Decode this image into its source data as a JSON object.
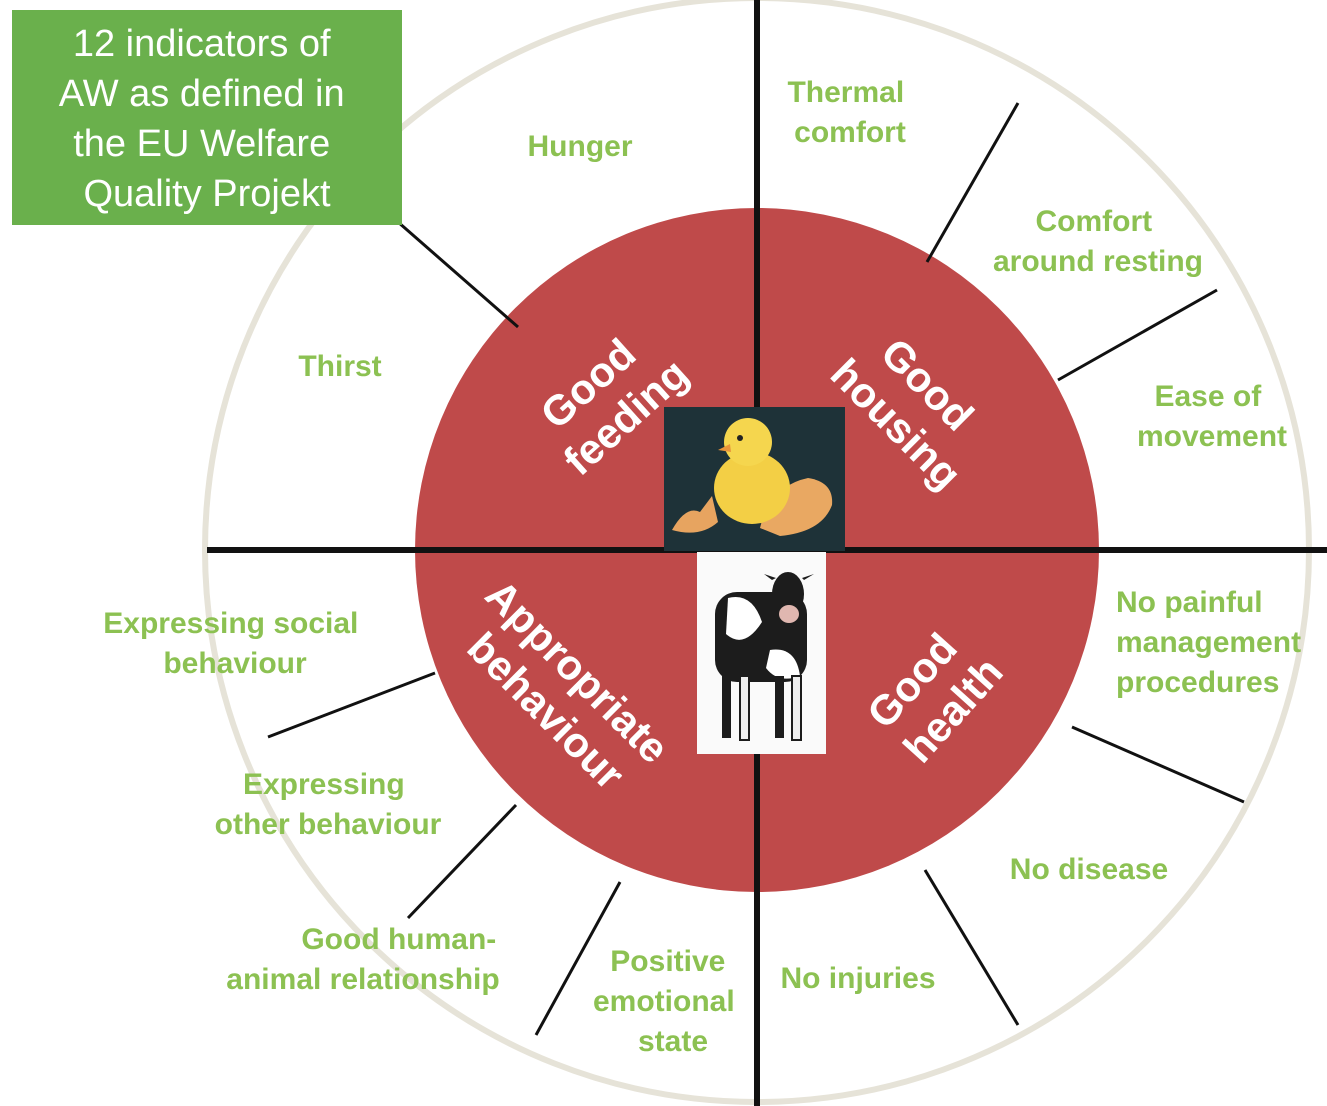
{
  "colors": {
    "green_box": "#6ab04c",
    "green_text": "#8cc152",
    "red_circle": "#bf4a4a",
    "outer_ring": "#e6e3d8",
    "divider": "#111111"
  },
  "title_box": {
    "lines": [
      "12 indicators of",
      "AW as defined in",
      "the EU Welfare",
      "Quality Projekt"
    ]
  },
  "categories": {
    "feeding": [
      "Good",
      "feeding"
    ],
    "housing": [
      "Good",
      "housing"
    ],
    "behaviour": [
      "Appropriate",
      "behaviour"
    ],
    "health": [
      "Good",
      "health"
    ]
  },
  "indicators": {
    "hunger": [
      "Hunger"
    ],
    "thirst": [
      "Thirst"
    ],
    "thermal": [
      "Thermal",
      "comfort"
    ],
    "resting": [
      "Comfort",
      "around resting"
    ],
    "movement": [
      "Ease of",
      "movement"
    ],
    "painful": [
      "No painful",
      "management",
      "procedures"
    ],
    "disease": [
      "No disease"
    ],
    "injuries": [
      "No injuries"
    ],
    "emotional": [
      "Positive",
      "emotional",
      "state"
    ],
    "human_animal": [
      "Good human-",
      "animal relationship"
    ],
    "other": [
      "Expressing",
      "other behaviour"
    ],
    "social": [
      "Expressing social",
      "behaviour"
    ]
  },
  "images": {
    "top": "chick-photo",
    "bottom": "cow-photo"
  }
}
